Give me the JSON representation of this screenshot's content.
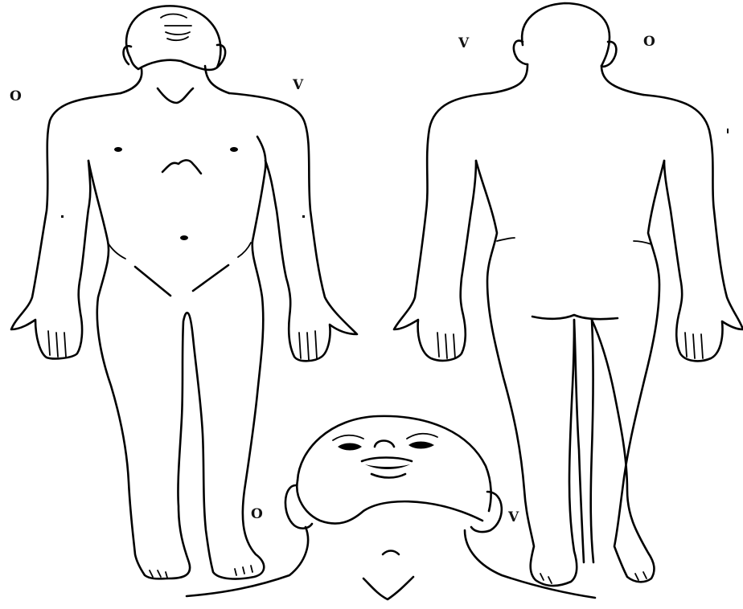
{
  "labels": {
    "front_right": "O",
    "front_left": "V",
    "back_left": "V",
    "back_right": "O",
    "head_right": "O",
    "head_left": "V"
  },
  "figures": {
    "front_view": "front-body-figure",
    "back_view": "back-body-figure",
    "head_view": "head-neck-figure"
  }
}
